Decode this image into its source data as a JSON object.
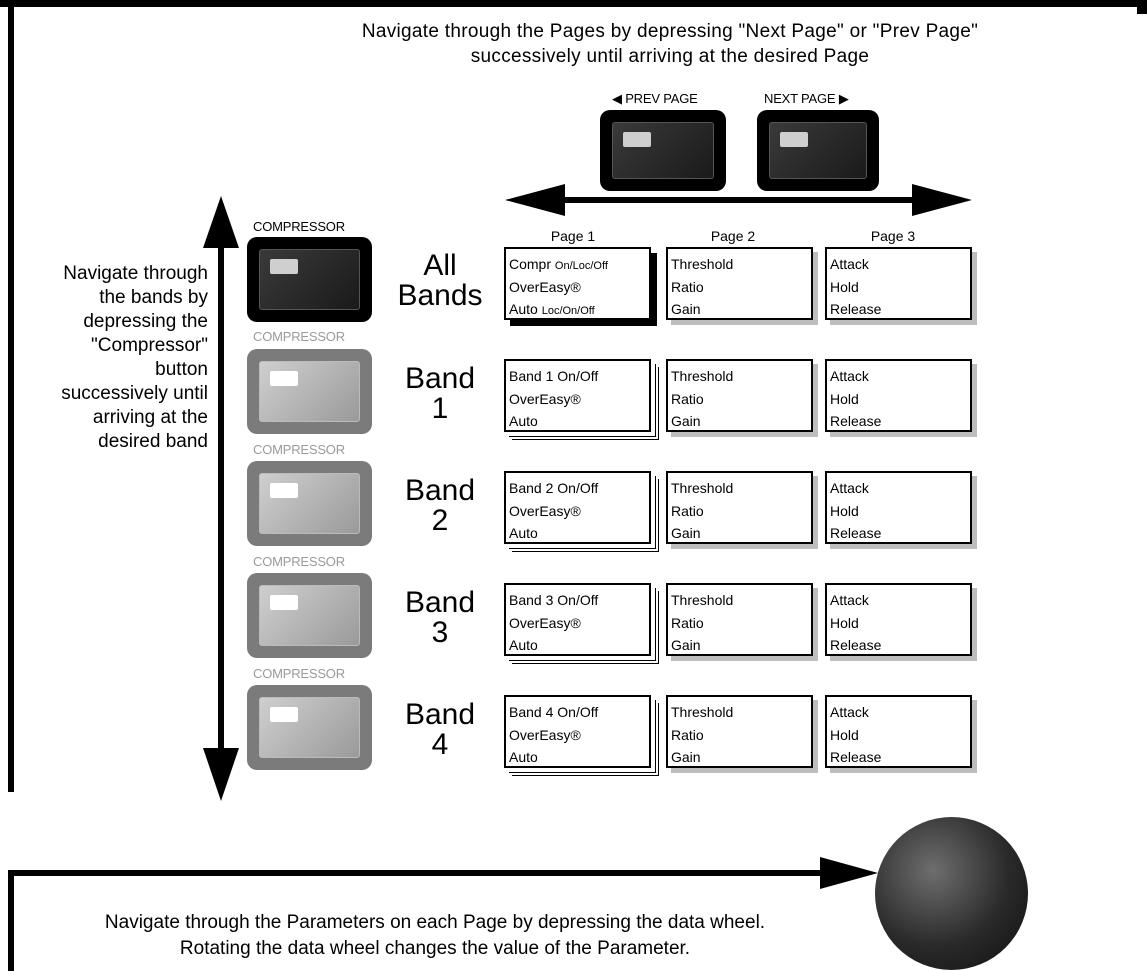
{
  "instructions": {
    "pages_line1": "Navigate through the Pages by depressing \"Next Page\" or \"Prev Page\"",
    "pages_line2": "successively until arriving at the desired Page",
    "bands_lines": [
      "Navigate through",
      "the bands by",
      "depressing the",
      "\"Compressor\"",
      "button",
      "successively until",
      "arriving at the",
      "desired band"
    ],
    "params_line1": "Navigate through the Parameters on each Page by depressing the data wheel.",
    "params_line2": "Rotating the data wheel changes the value of the Parameter."
  },
  "page_buttons": {
    "prev_label": "◀ PREV PAGE",
    "next_label": "NEXT PAGE ▶"
  },
  "page_headers": [
    "Page 1",
    "Page 2",
    "Page 3"
  ],
  "compressor_label": "COMPRESSOR",
  "rows": [
    {
      "label_line1": "All",
      "label_line2": "Bands",
      "page1": [
        "Compr ",
        "On/Loc/Off",
        "OverEasy®",
        "Auto ",
        "Loc/On/Off"
      ],
      "page2": [
        "Threshold",
        "Ratio",
        "Gain"
      ],
      "page3": [
        "Attack",
        "Hold",
        "Release"
      ]
    },
    {
      "label_line1": "Band",
      "label_line2": "1",
      "page1": [
        "Band 1 On/Off",
        "OverEasy®",
        "Auto"
      ],
      "page2": [
        "Threshold",
        "Ratio",
        "Gain"
      ],
      "page3": [
        "Attack",
        "Hold",
        "Release"
      ]
    },
    {
      "label_line1": "Band",
      "label_line2": "2",
      "page1": [
        "Band 2 On/Off",
        "OverEasy®",
        "Auto"
      ],
      "page2": [
        "Threshold",
        "Ratio",
        "Gain"
      ],
      "page3": [
        "Attack",
        "Hold",
        "Release"
      ]
    },
    {
      "label_line1": "Band",
      "label_line2": "3",
      "page1": [
        "Band 3 On/Off",
        "OverEasy®",
        "Auto"
      ],
      "page2": [
        "Threshold",
        "Ratio",
        "Gain"
      ],
      "page3": [
        "Attack",
        "Hold",
        "Release"
      ]
    },
    {
      "label_line1": "Band",
      "label_line2": "4",
      "page1": [
        "Band 4 On/Off",
        "OverEasy®",
        "Auto"
      ],
      "page2": [
        "Threshold",
        "Ratio",
        "Gain"
      ],
      "page3": [
        "Attack",
        "Hold",
        "Release"
      ]
    }
  ],
  "colors": {
    "frame": "#000000",
    "button_active": "#000000",
    "button_inactive": "#7b7b7b",
    "label_inactive": "#9a9a9a",
    "box_shadow_soft": "#bdbdbd"
  },
  "icons": {
    "data_wheel": "data-wheel-icon",
    "page_arrow": "double-arrow-horizontal-icon",
    "band_arrow": "double-arrow-vertical-icon",
    "flow_arrow": "arrow-right-icon"
  }
}
